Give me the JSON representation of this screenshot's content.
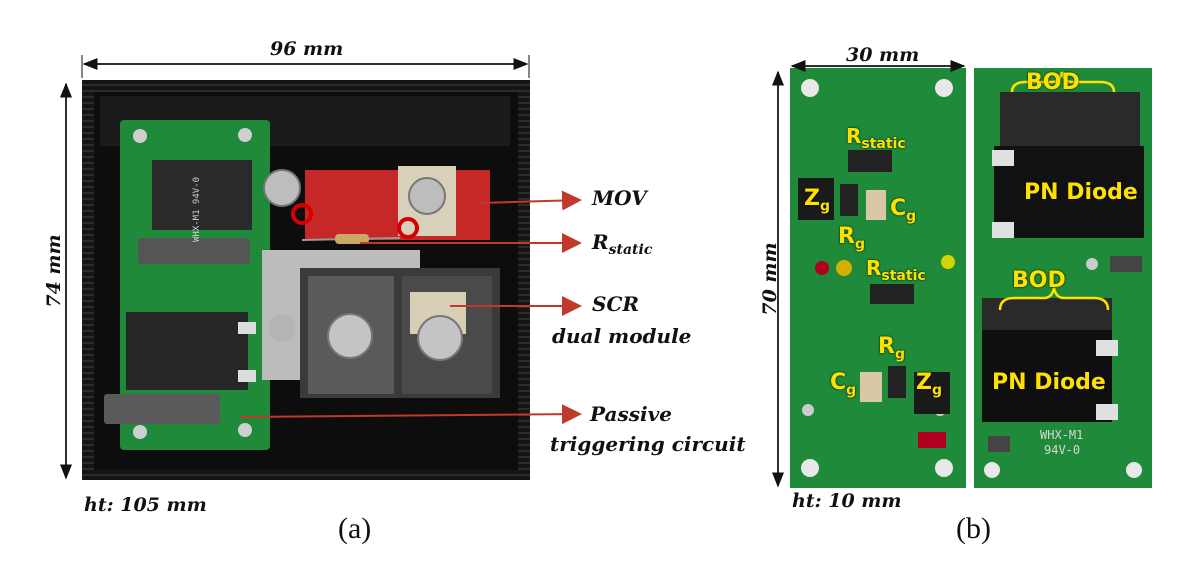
{
  "panel_a": {
    "width_label": "96 mm",
    "height_label": "74 mm",
    "ht_label": "ht: 105 mm",
    "caption": "(a)",
    "annotations": {
      "mov": "MOV",
      "r_main": "R",
      "r_sub": "static",
      "scr_line1": "SCR",
      "scr_line2": "dual module",
      "passive_line1": "Passive",
      "passive_line2": "triggering circuit"
    },
    "pcb_marking": "WHX-M1 94V-0"
  },
  "panel_b": {
    "width_label": "30 mm",
    "height_label": "70 mm",
    "ht_label": "ht: 10 mm",
    "caption": "(b)",
    "labels": {
      "bod_top": "BOD",
      "pn_top": "PN Diode",
      "bod_bottom": "BOD",
      "pn_bottom": "PN Diode",
      "r_static_top_main": "R",
      "r_static_top_sub": "static",
      "zg_top_main": "Z",
      "zg_top_sub": "g",
      "cg_top_main": "C",
      "cg_top_sub": "g",
      "rg_top_main": "R",
      "rg_top_sub": "g",
      "r_static_mid_main": "R",
      "r_static_mid_sub": "static",
      "rg_bottom_main": "R",
      "rg_bottom_sub": "g",
      "cg_bottom_main": "C",
      "cg_bottom_sub": "g",
      "zg_bottom_main": "Z",
      "zg_bottom_sub": "g"
    },
    "pcb_marking_1": "WHX-M1",
    "pcb_marking_2": "94V-0"
  },
  "colors": {
    "pcb_green": "#1f8a3a",
    "annotation_arrow": "#c0392b",
    "label_yellow": "#ffe100",
    "heatsink": "#1a1a1a"
  }
}
